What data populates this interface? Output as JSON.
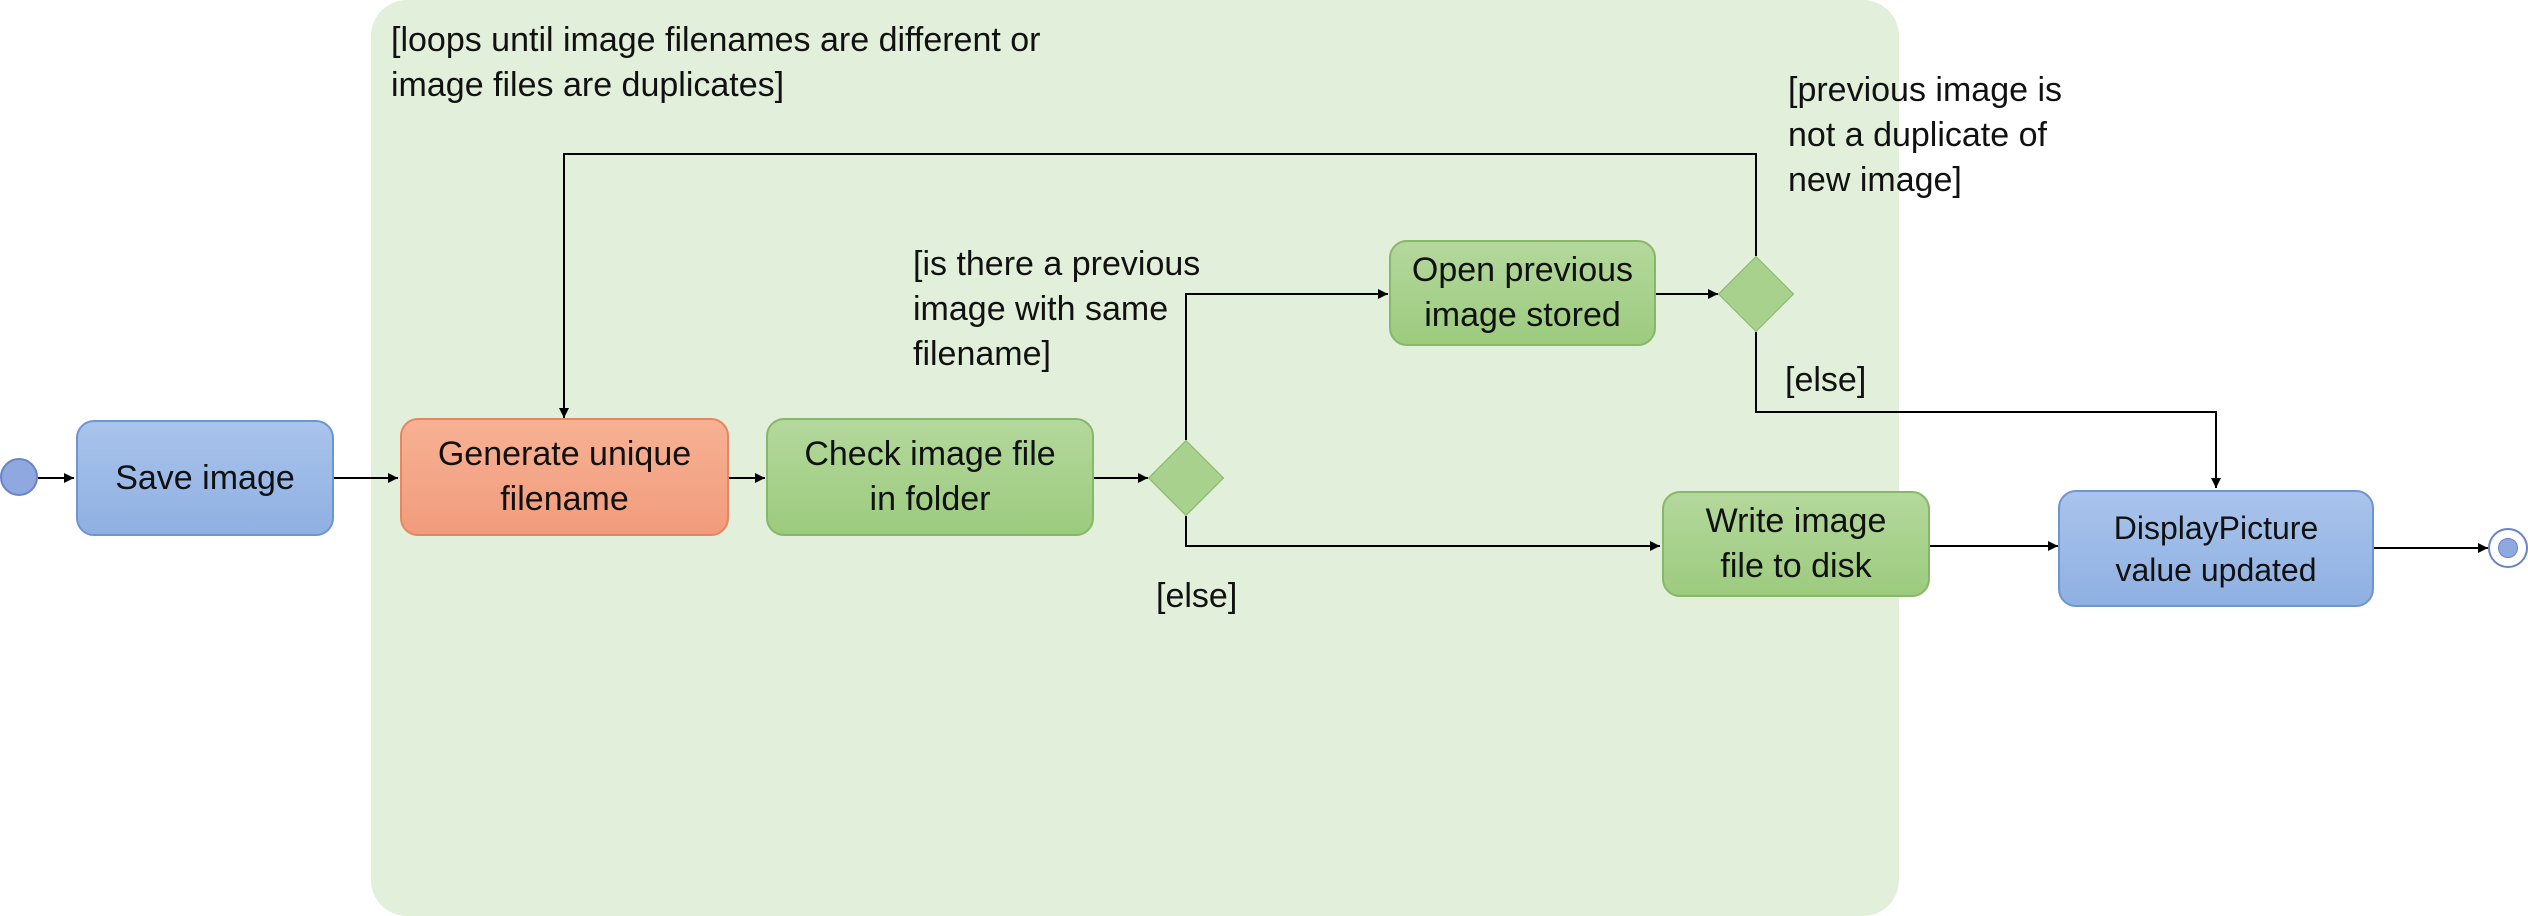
{
  "region": {
    "label": "[loops until image filenames are different or\nimage files are duplicates]"
  },
  "nodes": {
    "save_image": "Save image",
    "generate_filename": "Generate unique\nfilename",
    "check_file": "Check image file\nin folder",
    "open_previous": "Open previous\nimage stored",
    "write_file": "Write image\nfile to disk",
    "display_picture": "DisplayPicture\nvalue updated"
  },
  "guards": {
    "previous_exists": "[is there a previous\nimage with same\nfilename]",
    "not_duplicate": "[previous image is\nnot a duplicate of\nnew image]",
    "else_lower": "[else]",
    "else_upper": "[else]"
  },
  "colors": {
    "region": "#e2efda",
    "blue_node": "#9dbbe8",
    "orange_node": "#f4a688",
    "green_node": "#a9d18e"
  }
}
